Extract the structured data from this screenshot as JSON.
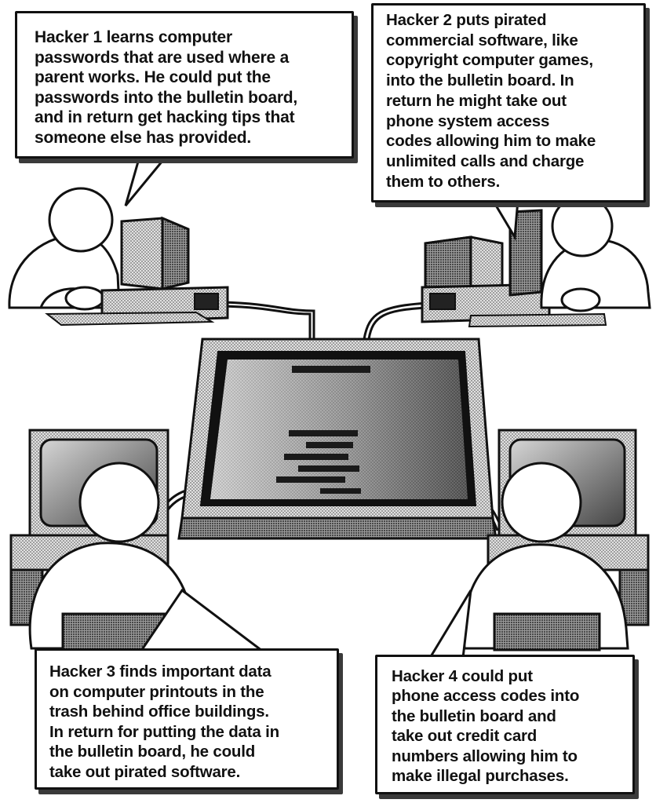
{
  "captions": {
    "hacker1": {
      "name": "Hacker 1",
      "lines": [
        " learns computer",
        "passwords that are used where a",
        "parent works. He could put the",
        "passwords into the bulletin board,",
        "and in return get hacking tips that",
        "someone else has provided."
      ]
    },
    "hacker2": {
      "name": "Hacker 2",
      "lines": [
        " puts pirated",
        "commercial software, like",
        "copyright computer games,",
        "into the bulletin board. In",
        "return he might take out",
        "phone system access",
        "codes allowing him to make",
        "unlimited calls and charge",
        "them to others."
      ]
    },
    "hacker3": {
      "name": "Hacker 3",
      "lines": [
        " finds important data",
        "on computer printouts in the",
        "trash behind office buildings.",
        "In return for putting the data in",
        "the bulletin board, he could",
        "take out pirated software."
      ]
    },
    "hacker4": {
      "name": "Hacker 4",
      "lines": [
        " could put",
        "phone access codes into",
        "the bulletin board and",
        "take out credit card",
        "numbers allowing him to",
        "make illegal purchases."
      ]
    }
  },
  "colors": {
    "ink": "#111111",
    "paper": "#ffffff",
    "halftone_light": "#c8c8c8",
    "halftone_mid": "#8a8a8a",
    "halftone_dark": "#3a3a3a"
  }
}
